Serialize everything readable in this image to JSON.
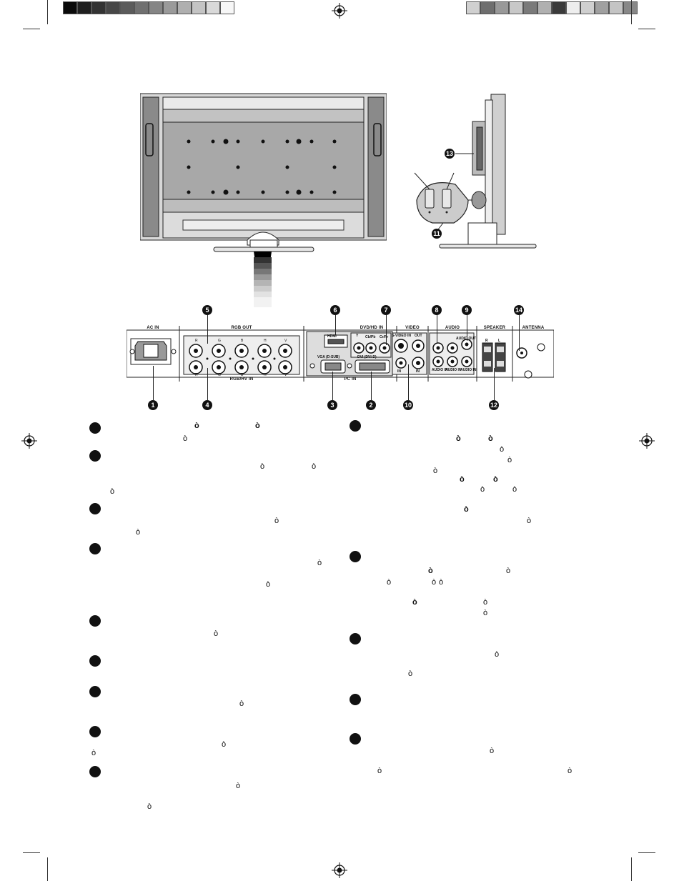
{
  "swatches_left": [
    "#0a0a0a",
    "#1f1f1f",
    "#333333",
    "#474747",
    "#5b5b5b",
    "#707070",
    "#858585",
    "#9a9a9a",
    "#afafaf",
    "#c4c4c4",
    "#d9d9d9",
    "#f7f7f7"
  ],
  "swatches_right": [
    "#d0d0d0",
    "#6e6e6e",
    "#999999",
    "#c8c8c8",
    "#7a7a7a",
    "#b0b0b0",
    "#3a3a3a",
    "#eeeeee",
    "#cfcfcf",
    "#a0a0a0",
    "#c4c4c4",
    "#888888"
  ],
  "panel": {
    "sections": {
      "ac_in": "AC IN",
      "rgb_out": "RGB OUT",
      "rgbhv_in": "RGB/HV IN",
      "dvd_hd_in": "DVD/HD IN",
      "video": "VIDEO",
      "audio": "AUDIO",
      "speaker": "SPEAKER",
      "antenna": "ANTENNA",
      "pc_in": "PC IN"
    },
    "labels": {
      "hdmi": "HDMI",
      "vga": "VGA (D-SUB)",
      "dvi": "DVI (DVI-D)",
      "y": "Y",
      "cbpb": "Cb/Pb",
      "crpr": "Cr/Pr",
      "svideo_in": "S-VIDEO IN",
      "out": "OUT",
      "in1": "IN",
      "in2": "IN",
      "audio_out": "AUDIO OUT",
      "audio_in1": "AUDIO IN",
      "audio_in2": "AUDIO IN",
      "audio_in3": "AUDIO IN",
      "spk_r": "R",
      "spk_l": "L",
      "rgb_out_r": "R",
      "rgb_out_g": "G",
      "rgb_out_b": "B",
      "rgb_out_h": "H",
      "rgb_out_v": "V",
      "rgb_in_r": "R",
      "rgb_in_g": "G",
      "rgb_in_b": "B",
      "rgb_in_h": "H",
      "rgb_in_v": "V"
    },
    "callouts": [
      "1",
      "2",
      "3",
      "4",
      "5",
      "6",
      "7",
      "8",
      "9",
      "10",
      "11",
      "12",
      "13",
      "14"
    ]
  },
  "marks": {
    "ring": "ò",
    "bold_ring": "ò"
  }
}
